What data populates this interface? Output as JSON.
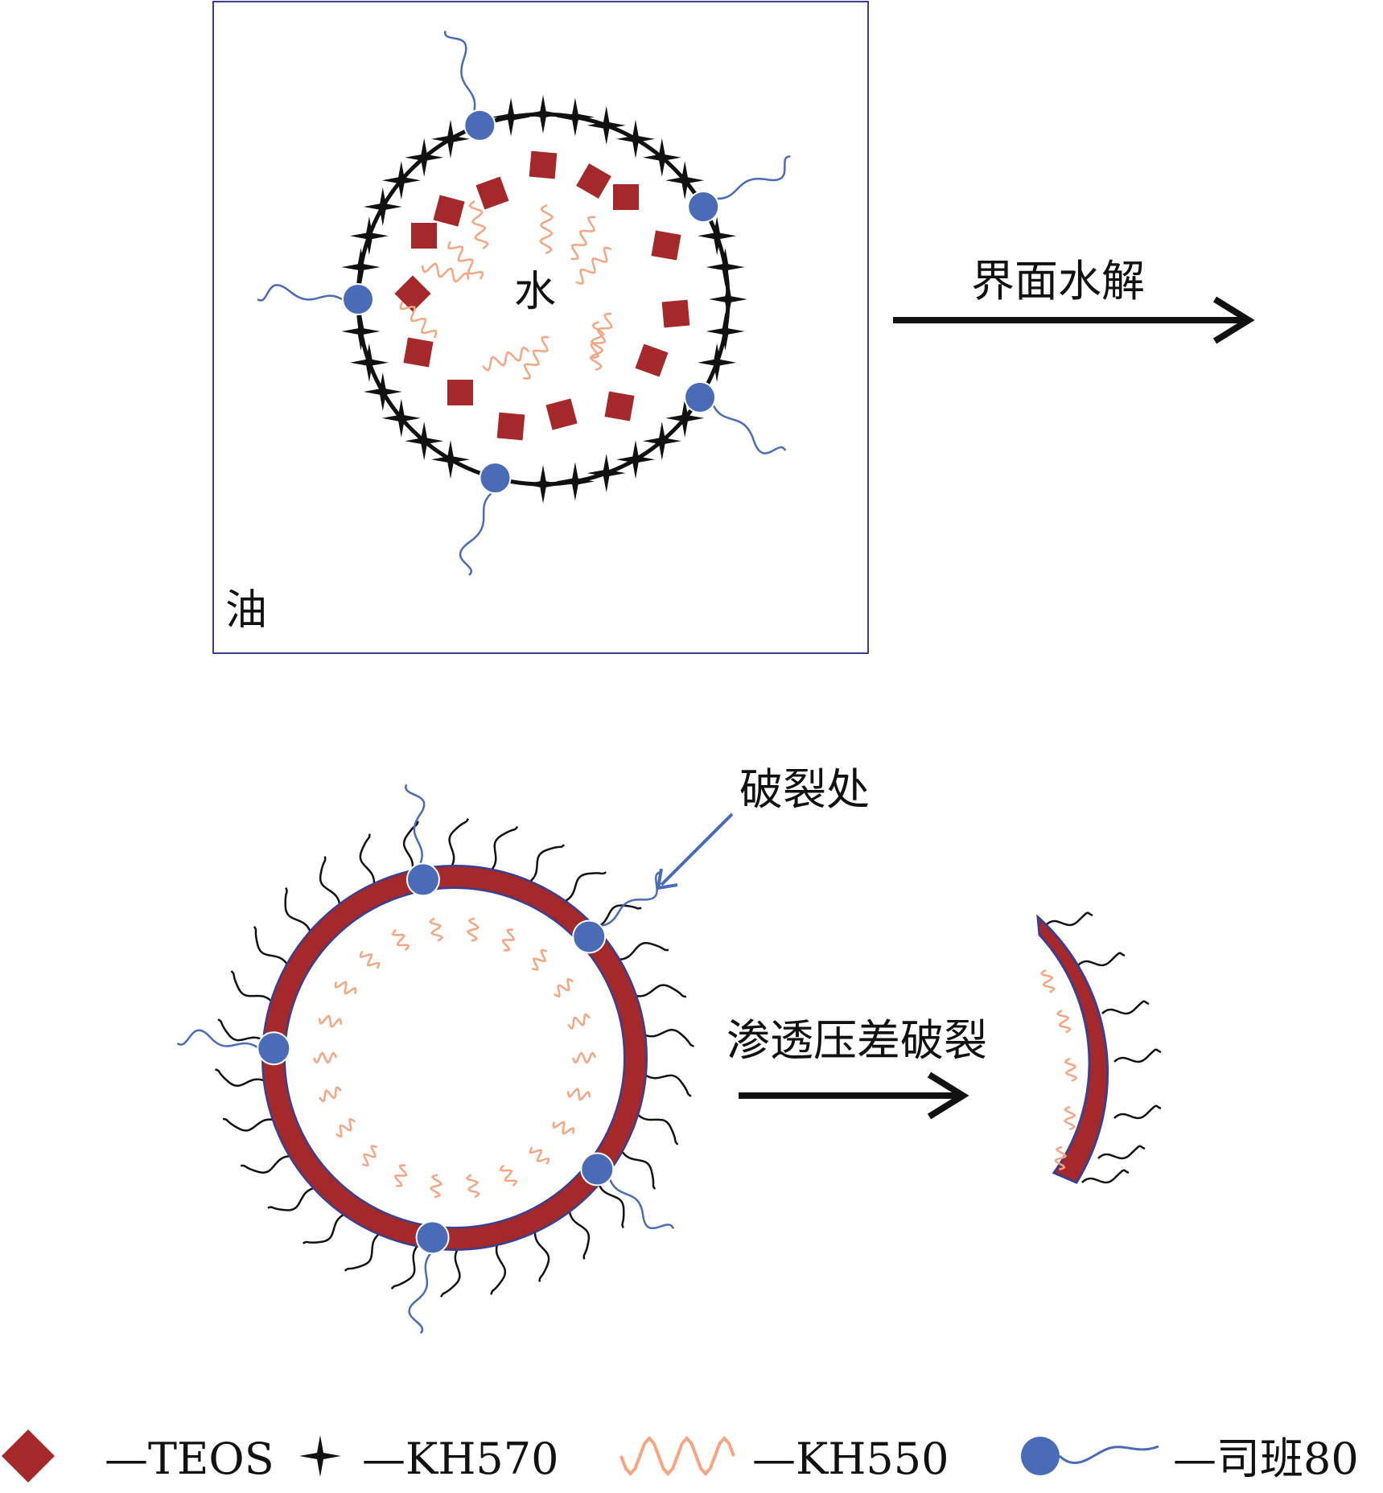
{
  "labels": {
    "oil": "油",
    "water": "水",
    "interface_hydrolysis": "界面水解",
    "rupture_site": "破裂处",
    "osmotic_rupture": "渗透压差破裂"
  },
  "legend": [
    {
      "icon": "diamond-icon",
      "text": "—TEOS"
    },
    {
      "icon": "star-icon",
      "text": "—KH570"
    },
    {
      "icon": "wave-icon",
      "text": "—KH550"
    },
    {
      "icon": "surfactant-icon",
      "text": "—司班80"
    }
  ],
  "colors": {
    "teos": "#a5282a",
    "kh570": "#111111",
    "kh550": "#f4a582",
    "span80": "#4a6bb5",
    "shell": "#a5282a",
    "frame": "#3a3f8f",
    "arrow": "#111111"
  }
}
